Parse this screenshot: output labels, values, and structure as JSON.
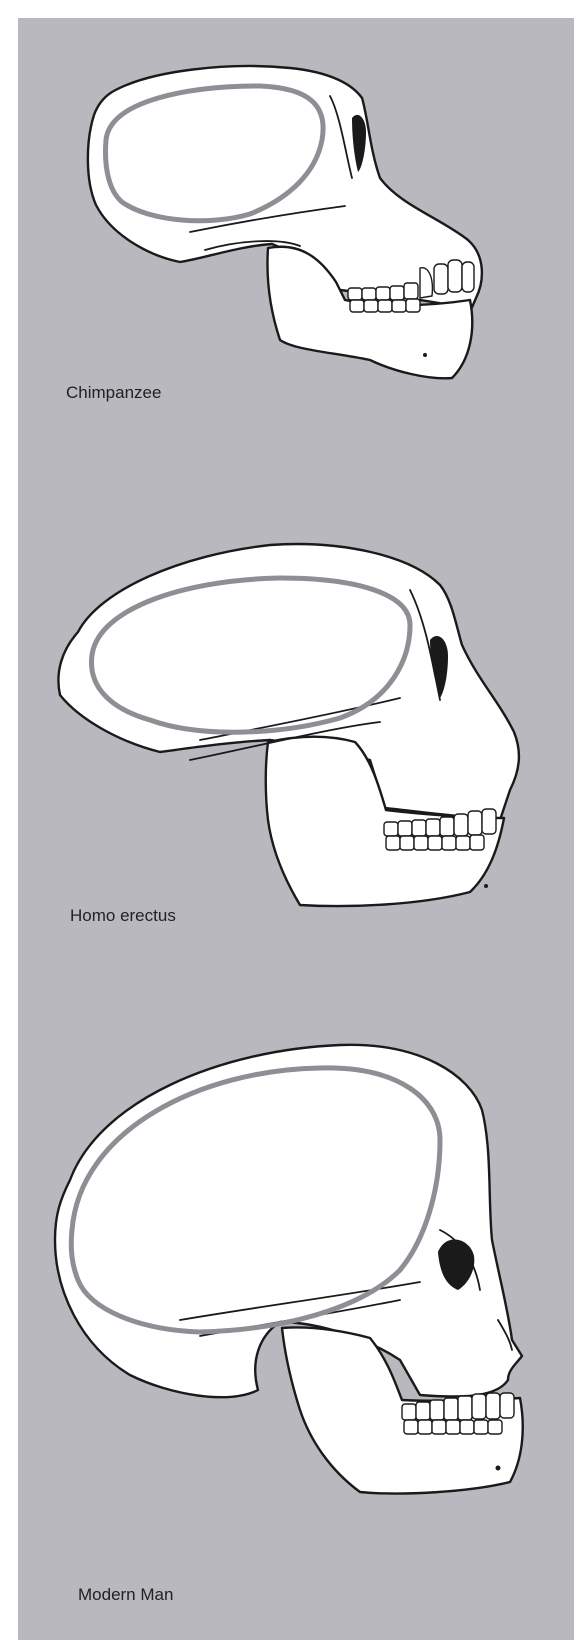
{
  "figure": {
    "background_color": "#b8b8be",
    "outline_color": "#1a1a1a",
    "brain_outline_color": "#8e8e94",
    "skulls": [
      {
        "caption": "Chimpanzee"
      },
      {
        "caption": "Homo erectus"
      },
      {
        "caption": "Modern Man"
      }
    ]
  }
}
